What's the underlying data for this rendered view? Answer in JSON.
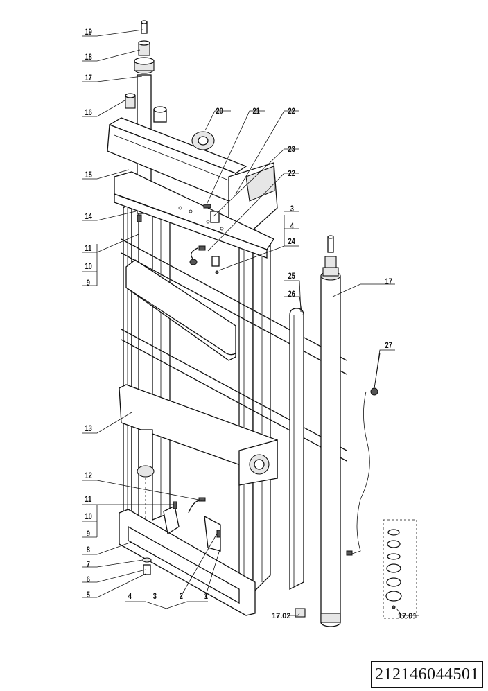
{
  "part_number": "212146044501",
  "labels": {
    "19": "19",
    "18": "18",
    "17": "17",
    "16": "16",
    "20": "20",
    "21": "21",
    "22": "22",
    "23": "23",
    "15": "15",
    "14": "14",
    "3": "3",
    "4": "4",
    "24": "24",
    "11": "11",
    "10": "10",
    "9": "9",
    "25": "25",
    "26": "26",
    "27": "27",
    "13": "13",
    "12": "12",
    "8": "8",
    "7": "7",
    "6": "6",
    "5": "5",
    "2": "2",
    "1": "1",
    "17_02": "17.02",
    "17_01": "17.01"
  }
}
